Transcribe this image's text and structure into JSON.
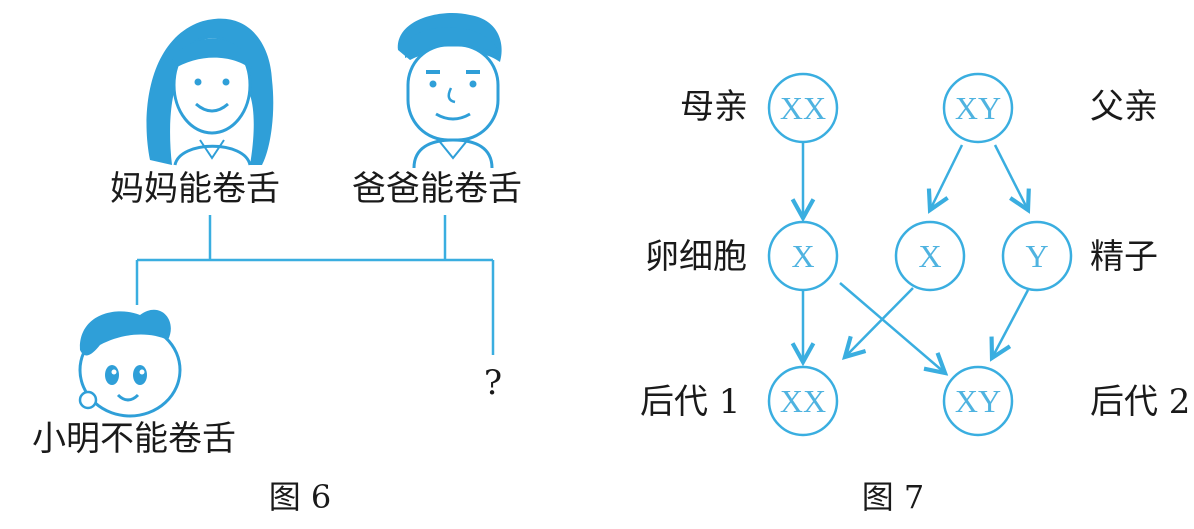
{
  "figure6": {
    "mom_label": "妈妈能卷舌",
    "dad_label": "爸爸能卷舌",
    "son_label": "小明不能卷舌",
    "unknown_label": "?",
    "caption": "图 6"
  },
  "figure7": {
    "mother_label": "母亲",
    "father_label": "父亲",
    "egg_label": "卵细胞",
    "sperm_label": "精子",
    "offspring1_label": "后代 1",
    "offspring2_label": "后代 2",
    "nodes": {
      "mother": "XX",
      "father": "XY",
      "egg": "X",
      "sperm_x": "X",
      "sperm_y": "Y",
      "offspring1": "XX",
      "offspring2": "XY"
    },
    "caption": "图 7"
  },
  "colors": {
    "accent": "#3aaee0",
    "figure_fill": "#2f9fd8",
    "text": "#1a1a1a"
  }
}
